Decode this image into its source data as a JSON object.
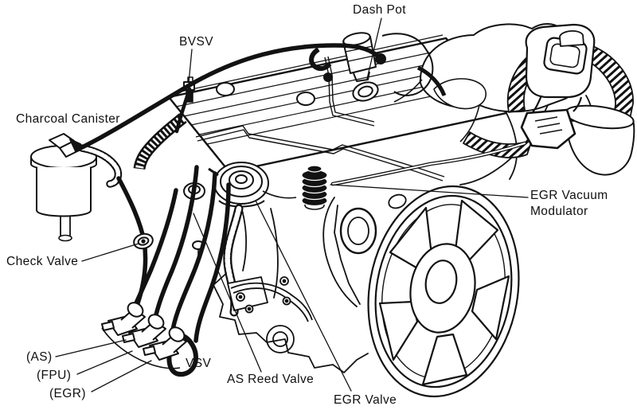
{
  "canvas": {
    "background": "#ffffff",
    "ink": "#121212"
  },
  "labels": [
    {
      "id": "dash-pot",
      "text": "Dash Pot"
    },
    {
      "id": "bvsv",
      "text": "BVSV"
    },
    {
      "id": "charcoal-canister",
      "text": "Charcoal Canister"
    },
    {
      "id": "egr-vacuum-modulator",
      "text": "EGR Vacuum\nModulator"
    },
    {
      "id": "check-valve",
      "text": "Check Valve"
    },
    {
      "id": "as",
      "text": "(AS)"
    },
    {
      "id": "fpu",
      "text": "(FPU)"
    },
    {
      "id": "egr",
      "text": "(EGR)"
    },
    {
      "id": "vsv",
      "text": "VSV"
    },
    {
      "id": "as-reed-valve",
      "text": "AS Reed Valve"
    },
    {
      "id": "egr-valve",
      "text": "EGR Valve"
    }
  ]
}
